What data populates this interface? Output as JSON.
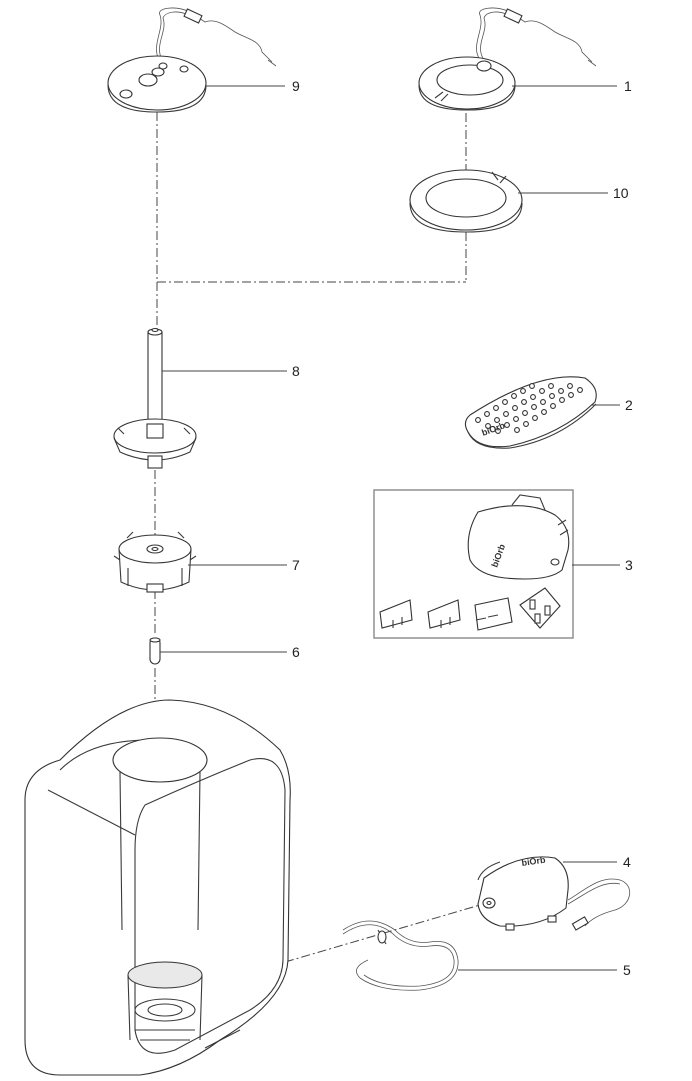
{
  "callouts": [
    {
      "id": "1",
      "label": "1"
    },
    {
      "id": "2",
      "label": "2"
    },
    {
      "id": "3",
      "label": "3"
    },
    {
      "id": "4",
      "label": "4"
    },
    {
      "id": "5",
      "label": "5"
    },
    {
      "id": "6",
      "label": "6"
    },
    {
      "id": "7",
      "label": "7"
    },
    {
      "id": "8",
      "label": "8"
    },
    {
      "id": "9",
      "label": "9"
    },
    {
      "id": "10",
      "label": "10"
    }
  ],
  "branding": {
    "adapter_logo": "biOrb",
    "pump_logo": "biOrb",
    "remote_logo": "biOrb"
  }
}
